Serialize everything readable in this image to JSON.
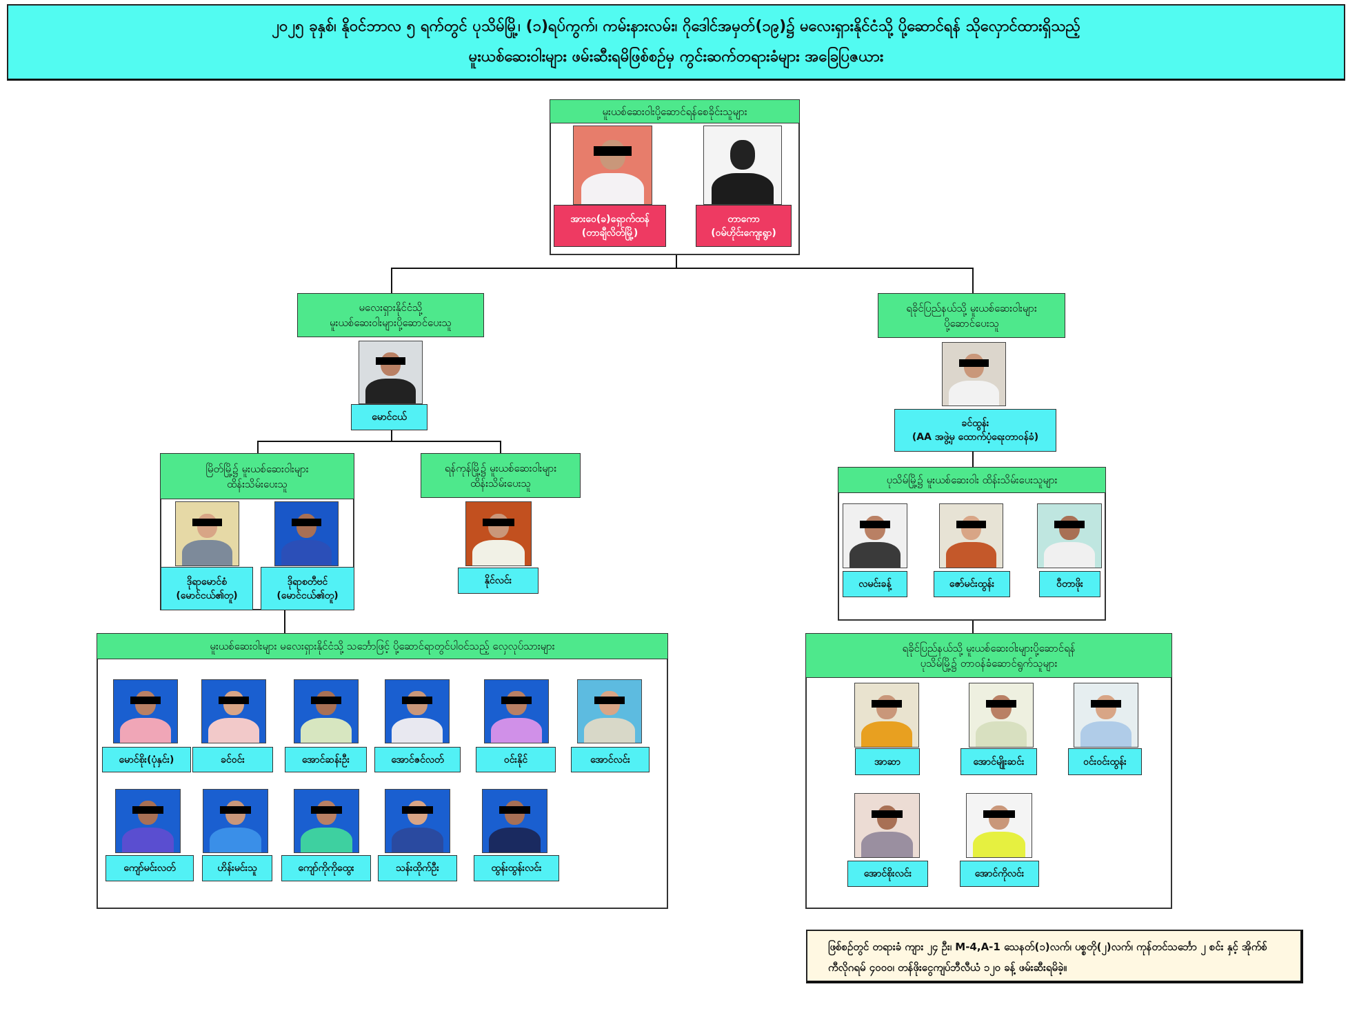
{
  "title": {
    "line1": "၂၀၂၅ ခုနှစ်၊ နိုဝင်ဘာလ ၅ ရက်တွင် ပုသိမ်မြို့၊ (၁)ရပ်ကွက်၊ ကမ်းနားလမ်း၊ ဂိုဒေါင်အမှတ်(၁၉)၌ မလေးရှားနိုင်ငံသို့ ပို့ဆောင်ရန် သိုလှောင်ထားရှိသည့်",
    "line2": "မူးယစ်ဆေးဝါးများ ဖမ်းဆီးရမိဖြစ်စဉ်မှ ကွင်းဆက်တရားခံများ အခြေပြဇယား"
  },
  "groups": {
    "instigators": {
      "l1": "မူးယစ်ဆေးဝါးပို့ဆောင်ရန်စေခိုင်းသူများ",
      "l2": ""
    },
    "malaysia_sender": {
      "l1": "မလေးရှားနိုင်ငံသို့",
      "l2": "မူးယစ်ဆေးဝါးများပို့ဆောင်ပေးသူ"
    },
    "myeik_keeper": {
      "l1": "မြိတ်မြို့၌ မူးယစ်ဆေးဝါးများ",
      "l2": "ထိန်းသိမ်းပေးသူ"
    },
    "yangon_keeper": {
      "l1": "ရန်ကုန်မြို့၌ မူးယစ်ဆေးဝါးများ",
      "l2": "ထိန်းသိမ်းပေးသူ"
    },
    "boat_workers": {
      "l1": "မူးယစ်ဆေးဝါးများ မလေးရှားနိုင်ငံသို့ သင်္ဘောဖြင့် ပို့ဆောင်ရာတွင်ပါဝင်သည့် လှေလုပ်သားများ",
      "l2": ""
    },
    "rakhine_sender": {
      "l1": "ရခိုင်ပြည်နယ်သို့ မူးယစ်ဆေးဝါးများ",
      "l2": "ပို့ဆောင်ပေးသူ"
    },
    "pathein_keepers": {
      "l1": "ပုသိမ်မြို့၌ မူးယစ်ဆေးဝါး ထိန်းသိမ်းပေးသူများ",
      "l2": ""
    },
    "pathein_handlers": {
      "l1": "ရခိုင်ပြည်နယ်သို့ မူးယစ်ဆေးဝါးများပို့ဆောင်ရန်",
      "l2": "ပုသိမ်မြို့၌ တာဝန်ခံဆောင်ရွက်သူများ"
    }
  },
  "people": {
    "instigators": [
      {
        "l1": "အားဝေ(ခ)ရှောက်ထန်",
        "l2": "(တာချီလိတ်မြို့)"
      },
      {
        "l1": "တာကော",
        "l2": "(ဝမ်ဟိုင်းကျေးရွာ)"
      }
    ],
    "malaysia_sender": [
      {
        "l1": "မောင်ငယ်",
        "l2": ""
      }
    ],
    "myeik_keeper": [
      {
        "l1": "ဒိုရာမောင်စံ",
        "l2": "(မောင်ငယ်၏တူ)"
      },
      {
        "l1": "ဒိုရာစတီဗင်",
        "l2": "(မောင်ငယ်၏တူ)"
      }
    ],
    "yangon_keeper": [
      {
        "l1": "နိုင်လင်း",
        "l2": ""
      }
    ],
    "boat_workers": [
      {
        "l1": "မောင်စိုး(ပုံနှင်း)",
        "l2": ""
      },
      {
        "l1": "ခင်ဝင်း",
        "l2": ""
      },
      {
        "l1": "အောင်ဆန်းဦး",
        "l2": ""
      },
      {
        "l1": "အောင်ဇင်လတ်",
        "l2": ""
      },
      {
        "l1": "ဝင်းနိုင်",
        "l2": ""
      },
      {
        "l1": "အောင်လင်း",
        "l2": ""
      },
      {
        "l1": "ကျော်မင်းလတ်",
        "l2": ""
      },
      {
        "l1": "ဟိန်းမင်းသူ",
        "l2": ""
      },
      {
        "l1": "ကျော်ကိုကိုထွေး",
        "l2": ""
      },
      {
        "l1": "သန်းထိုက်ဦး",
        "l2": ""
      },
      {
        "l1": "ထွန်းထွန်းလင်း",
        "l2": ""
      }
    ],
    "rakhine_sender": [
      {
        "l1": "ခင်ထွန်း",
        "l2": "(AA အဖွဲ့မှ ထောက်ပံ့ရေးတာဝန်ခံ)"
      }
    ],
    "pathein_keepers": [
      {
        "l1": "လမင်းခန့်",
        "l2": ""
      },
      {
        "l1": "ဇော်မင်းထွန်း",
        "l2": ""
      },
      {
        "l1": "ဝီတာဖိုး",
        "l2": ""
      }
    ],
    "pathein_handlers": [
      {
        "l1": "အာဆာ",
        "l2": ""
      },
      {
        "l1": "အောင်မျိုးဆင်း",
        "l2": ""
      },
      {
        "l1": "ဝင်းဝင်းထွန်း",
        "l2": ""
      },
      {
        "l1": "အောင်စိုးလင်း",
        "l2": ""
      },
      {
        "l1": "အောင်ကိုလင်း",
        "l2": ""
      }
    ]
  },
  "note": "ဖြစ်စဉ်တွင် တရားခံ ကျား ၂၄ ဦး၊ M-4,A-1 သေနတ်(၁)လက်၊ ပစ္စတို(၂)လက်၊ ကုန်တင်သင်္ဘော ၂ စင်း နှင့် အိုက်စ်ကီလိုဂရမ် ၄၀၀၀၊ တန်ဖိုးငွေကျပ်ဘီလီယံ ၁၂၀ ခန့် ဖမ်းဆီးရမိခဲ့။",
  "colors": {
    "title_bg": "#52fbf1",
    "header_bg": "#4ee88c",
    "label_bg": "#52f1f5",
    "label_red": "#ee3a62",
    "note_bg": "#fff8e2"
  }
}
